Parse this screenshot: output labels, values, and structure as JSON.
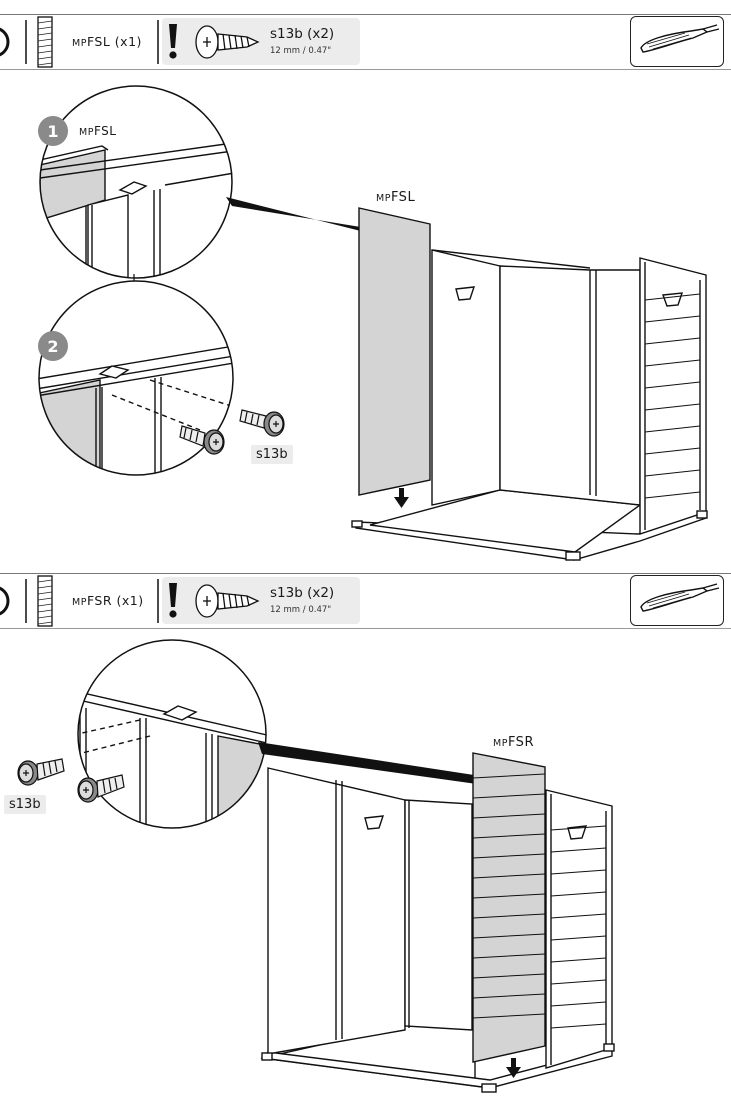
{
  "step_a": {
    "part_prefix": "MP",
    "part_code": "FSL",
    "part_qty": "(x1)",
    "screw_name": "s13b (x2)",
    "screw_size": "12 mm / 0.47\"",
    "detail_1_number": "1",
    "detail_1_prefix": "MP",
    "detail_1_code": "FSL",
    "detail_2_number": "2",
    "screw_callout": "s13b",
    "panel_prefix": "MP",
    "panel_code": "FSL"
  },
  "step_b": {
    "part_prefix": "MP",
    "part_code": "FSR",
    "part_qty": "(x1)",
    "screw_name": "s13b (x2)",
    "screw_size": "12 mm / 0.47\"",
    "screw_callout": "s13b",
    "panel_prefix": "MP",
    "panel_code": "FSR"
  },
  "icons": [
    "panel-icon",
    "warning-icon",
    "screw-icon",
    "screwdriver-icon",
    "arrow-down-icon"
  ],
  "colors": {
    "panel_fill": "#d4d4d4",
    "callout_bg": "#ececec",
    "badge": "#8a8a8a",
    "line": "#1a1a1a"
  }
}
